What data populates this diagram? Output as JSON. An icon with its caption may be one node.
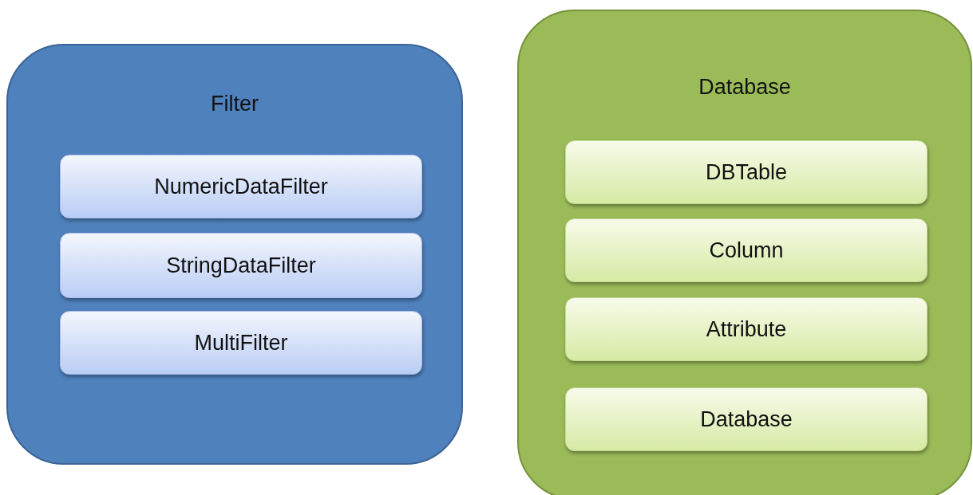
{
  "diagram": {
    "nodes": [
      {
        "text": [
          "Filter"
        ]
      },
      {
        "text": [
          "NumericDataFilter"
        ],
        "in": 0
      },
      {
        "text": [
          "StringDataFilter"
        ],
        "in": 0
      },
      {
        "text": [
          "MultiFilter"
        ],
        "in": 0
      },
      {
        "text": [
          "Database"
        ]
      },
      {
        "text": [
          "DBTable"
        ],
        "in": 4
      },
      {
        "text": [
          "Column"
        ],
        "in": 4
      },
      {
        "text": [
          "Attribute"
        ],
        "in": 4
      },
      {
        "text": [
          "Database"
        ],
        "in": 4
      }
    ]
  }
}
